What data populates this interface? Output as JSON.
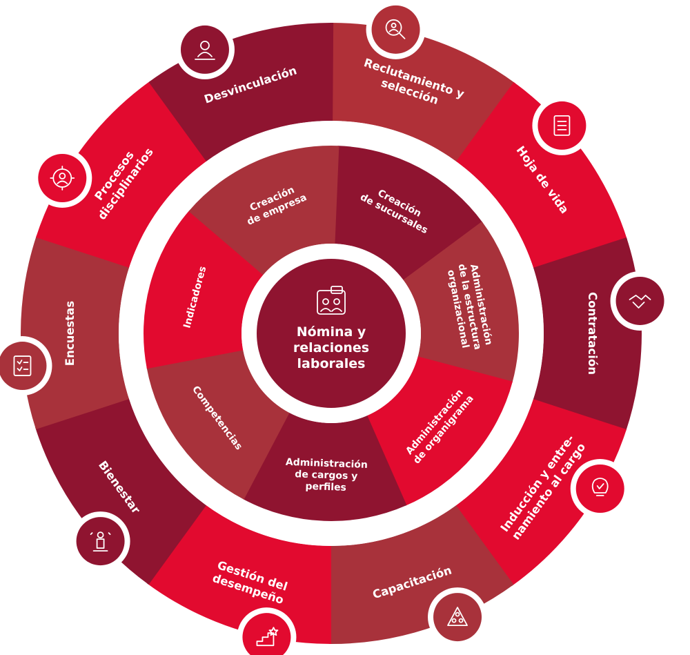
{
  "colors": {
    "bright_red": "#E20A2F",
    "dark_crimson": "#8F1430",
    "mid_red": "#B3283A",
    "brick": "#A8323B",
    "white": "#FFFFFF"
  },
  "center": {
    "icon": "chat-people-icon",
    "lines": [
      "Nómina y",
      "relaciones",
      "laborales"
    ]
  },
  "outer_ring": {
    "segments": [
      {
        "id": "reclutamiento",
        "lines": [
          "Reclutamiento y",
          "selección"
        ],
        "icon": "magnifier-people-icon",
        "color": "#B03038"
      },
      {
        "id": "hoja-de-vida",
        "lines": [
          "Hoja de vida"
        ],
        "icon": "resume-document-icon",
        "color": "#E20A2F"
      },
      {
        "id": "contratacion",
        "lines": [
          "Contratación"
        ],
        "icon": "handshake-icon",
        "color": "#8F1430"
      },
      {
        "id": "induccion",
        "lines": [
          "Inducción y entre-",
          "namiento al cargo"
        ],
        "icon": "lightbulb-check-icon",
        "color": "#E20A2F"
      },
      {
        "id": "capacitacion",
        "lines": [
          "Capacitación"
        ],
        "icon": "group-pyramid-icon",
        "color": "#A8323B"
      },
      {
        "id": "gestion",
        "lines": [
          "Gestión del",
          "desempeño"
        ],
        "icon": "stairs-star-icon",
        "color": "#E20A2F"
      },
      {
        "id": "bienestar",
        "lines": [
          "Bienestar"
        ],
        "icon": "person-sparkle-icon",
        "color": "#8F1430"
      },
      {
        "id": "encuestas",
        "lines": [
          "Encuestas"
        ],
        "icon": "clipboard-survey-icon",
        "color": "#A8323B"
      },
      {
        "id": "procesos",
        "lines": [
          "Procesos",
          "disciplinarios"
        ],
        "icon": "target-person-icon",
        "color": "#E20A2F"
      },
      {
        "id": "desvinculacion",
        "lines": [
          "Desvinculación"
        ],
        "icon": "person-hand-icon",
        "color": "#8F1430"
      }
    ]
  },
  "inner_ring": {
    "segments": [
      {
        "id": "sucursales",
        "lines": [
          "Creación",
          "de sucursales"
        ],
        "color": "#8F1430"
      },
      {
        "id": "estructura",
        "lines": [
          "Administración",
          "de la estructura",
          "organizacional"
        ],
        "color": "#A8323B"
      },
      {
        "id": "organigrama",
        "lines": [
          "Administración",
          "de organigrama"
        ],
        "color": "#E20A2F"
      },
      {
        "id": "cargos",
        "lines": [
          "Administración",
          "de cargos y",
          "perfiles"
        ],
        "color": "#8F1430"
      },
      {
        "id": "competencias",
        "lines": [
          "Competencias"
        ],
        "color": "#A8323B"
      },
      {
        "id": "indicadores",
        "lines": [
          "Indicadores"
        ],
        "color": "#E20A2F"
      },
      {
        "id": "empresa",
        "lines": [
          "Creación",
          "de empresa"
        ],
        "color": "#A8323B"
      }
    ]
  }
}
